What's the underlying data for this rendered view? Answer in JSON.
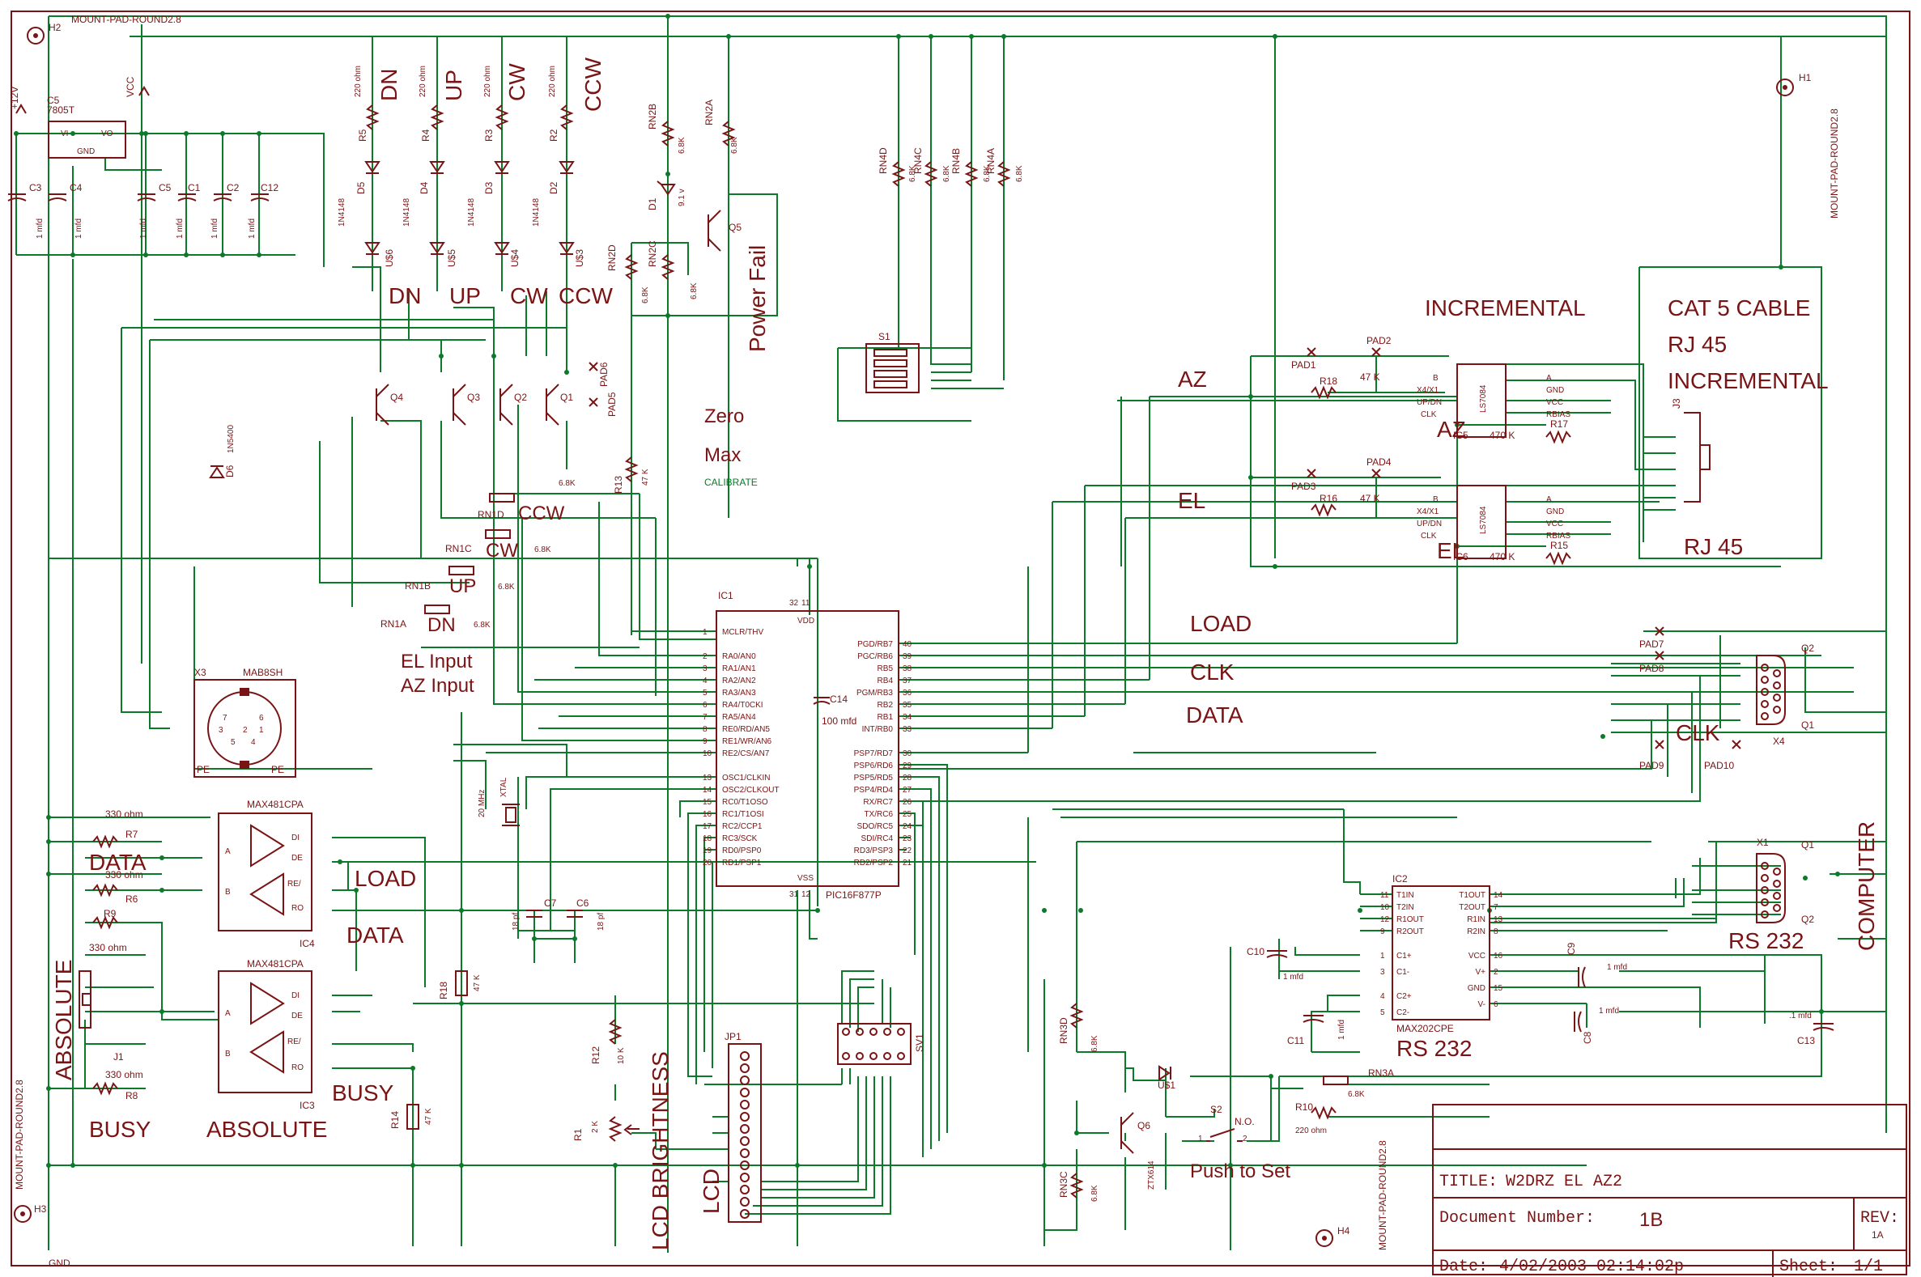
{
  "colors": {
    "wire": "#0b7a2b",
    "part": "#7a1414",
    "label": "#7a1414",
    "frame": "#7a1414",
    "bg": "#ffffff"
  },
  "mount_holes": [
    {
      "ref": "H2",
      "name": "MOUNT-PAD-ROUND2.8"
    },
    {
      "ref": "H1",
      "name": "MOUNT-PAD-ROUND2.8"
    },
    {
      "ref": "H3",
      "name": "MOUNT-PAD-ROUND2.8"
    },
    {
      "ref": "H4",
      "name": "MOUNT-PAD-ROUND2.8"
    }
  ],
  "nets": {
    "plus12": "+12V",
    "vcc": "VCC",
    "gnd": "GND"
  },
  "regulator": {
    "ref": "C5",
    "part": "7805T",
    "pin_vi": "VI",
    "pin_vo": "VO",
    "pin_gnd": "GND"
  },
  "caps_left": [
    {
      "ref": "C3",
      "value": "1 mfd"
    },
    {
      "ref": "C4",
      "value": "1 mfd"
    },
    {
      "ref": "C5",
      "value": "1 mfd"
    },
    {
      "ref": "C1",
      "value": "1 mfd"
    },
    {
      "ref": "C2",
      "value": "1 mfd"
    },
    {
      "ref": "C12",
      "value": "1 mfd"
    }
  ],
  "led_chain": [
    {
      "r": "R5",
      "rv": "220 ohm",
      "d": "D5",
      "dv": "1N4148",
      "led": "U$6",
      "label": "DN"
    },
    {
      "r": "R4",
      "rv": "220 ohm",
      "d": "D4",
      "dv": "1N4148",
      "led": "U$5",
      "label": "UP"
    },
    {
      "r": "R3",
      "rv": "220 ohm",
      "d": "D3",
      "dv": "1N4148",
      "led": "U$4",
      "label": "CW"
    },
    {
      "r": "R2",
      "rv": "220 ohm",
      "d": "D2",
      "dv": "1N4148",
      "led": "U$3",
      "label": "CCW"
    }
  ],
  "led_row_labels": [
    "DN",
    "UP",
    "CW",
    "CCW"
  ],
  "transistors": [
    "Q4",
    "Q3",
    "Q2",
    "Q1"
  ],
  "pad5": "PAD5",
  "pad6": "PAD6",
  "power_fail": {
    "label": "Power Fail",
    "q": "Q5",
    "d": "D1",
    "dv": "9.1 v",
    "rn2b": "RN2B",
    "rn2a": "RN2A",
    "rn2c": "RN2C",
    "rn2d": "RN2D",
    "val": "6.8K"
  },
  "rn4": [
    "RN4D",
    "RN4C",
    "RN4B",
    "RN4A"
  ],
  "rn4_val": "6.8K",
  "s1": "S1",
  "d6": {
    "ref": "D6",
    "value": "1N5400"
  },
  "zero_label": "Zero",
  "max_label": "Max",
  "calibrate_label": "CALIBRATE",
  "r13": {
    "ref": "R13",
    "value": "47 K"
  },
  "rn1": [
    {
      "ref": "RN1D",
      "label": "CCW",
      "value": "6.8K"
    },
    {
      "ref": "RN1C",
      "label": "CW",
      "value": "6.8K"
    },
    {
      "ref": "RN1B",
      "label": "UP",
      "value": "6.8K"
    },
    {
      "ref": "RN1A",
      "label": "DN",
      "value": "6.8K"
    }
  ],
  "x3": {
    "ref": "X3",
    "part": "MAB8SH",
    "pe": "PE"
  },
  "el_input": "EL Input",
  "az_input": "AZ Input",
  "ic1": {
    "ref": "IC1",
    "part": "PIC16F877P",
    "vdd": "VDD",
    "vss": "VSS",
    "c14": "C14",
    "c14v": "100 mfd",
    "left_pins": [
      [
        "1",
        "MCLR/THV"
      ],
      [
        "2",
        "RA0/AN0"
      ],
      [
        "3",
        "RA1/AN1"
      ],
      [
        "4",
        "RA2/AN2"
      ],
      [
        "5",
        "RA3/AN3"
      ],
      [
        "6",
        "RA4/T0CKI"
      ],
      [
        "7",
        "RA5/AN4"
      ],
      [
        "8",
        "RE0/RD/AN5"
      ],
      [
        "9",
        "RE1/WR/AN6"
      ],
      [
        "10",
        "RE2/CS/AN7"
      ],
      [
        "13",
        "OSC1/CLKIN"
      ],
      [
        "14",
        "OSC2/CLKOUT"
      ],
      [
        "15",
        "RC0/T1OSO"
      ],
      [
        "16",
        "RC1/T1OSI"
      ],
      [
        "17",
        "RC2/CCP1"
      ],
      [
        "18",
        "RC3/SCK"
      ],
      [
        "19",
        "RD0/PSP0"
      ],
      [
        "20",
        "RD1/PSP1"
      ]
    ],
    "right_pins": [
      [
        "40",
        "PGD/RB7"
      ],
      [
        "39",
        "PGC/RB6"
      ],
      [
        "38",
        "RB5"
      ],
      [
        "37",
        "RB4"
      ],
      [
        "36",
        "PGM/RB3"
      ],
      [
        "35",
        "RB2"
      ],
      [
        "34",
        "RB1"
      ],
      [
        "33",
        "INT/RB0"
      ],
      [
        "30",
        "PSP7/RD7"
      ],
      [
        "29",
        "PSP6/RD6"
      ],
      [
        "28",
        "PSP5/RD5"
      ],
      [
        "27",
        "PSP4/RD4"
      ],
      [
        "26",
        "RX/RC7"
      ],
      [
        "25",
        "TX/RC6"
      ],
      [
        "24",
        "SDO/RC5"
      ],
      [
        "23",
        "SDI/RC4"
      ],
      [
        "22",
        "RD3/PSP3"
      ],
      [
        "21",
        "RD2/PSP2"
      ]
    ],
    "vdd_pins": [
      "32",
      "11"
    ],
    "vss_pins": [
      "31",
      "12"
    ]
  },
  "xtal": {
    "ref": "XTAL",
    "value": "20 MHz",
    "c7": "C7",
    "c6": "C6",
    "cv": "18 pf"
  },
  "r18": {
    "ref": "R18",
    "value": "47 K"
  },
  "r14": {
    "ref": "R14",
    "value": "47 K"
  },
  "r12": {
    "ref": "R12",
    "value": "10 K"
  },
  "r1": {
    "ref": "R1",
    "value": "2 K"
  },
  "lcd_brightness": "LCD BRIGHTNESS",
  "lcd": {
    "ref": "JP1",
    "label": "LCD"
  },
  "sv1": "SV1",
  "max481": [
    {
      "ref": "IC4",
      "part": "MAX481CPA"
    },
    {
      "ref": "IC3",
      "part": "MAX481CPA"
    }
  ],
  "max481_pins": {
    "a": "A",
    "b": "B",
    "di": "DI",
    "de": "DE",
    "re": "RE/",
    "ro": "RO"
  },
  "left_rs": [
    {
      "ref": "R7",
      "value": "330 ohm"
    },
    {
      "ref": "R6",
      "value": "330 ohm"
    },
    {
      "ref": "R9",
      "value": ""
    },
    {
      "ref": "R8",
      "value": "330 ohm"
    }
  ],
  "left_rs_extra": "330 ohm",
  "j1": "J1",
  "labels_left": {
    "data": "DATA",
    "load": "LOAD",
    "data2": "DATA",
    "busy": "BUSY",
    "busy2": "BUSY",
    "absolute": "ABSOLUTE",
    "absolute2": "ABSOLUTE"
  },
  "incremental": "INCREMENTAL",
  "cat5": [
    "CAT 5 CABLE",
    "RJ 45",
    "INCREMENTAL"
  ],
  "rj45_bottom": "RJ 45",
  "j3": "J3",
  "ls7084": [
    {
      "ref": "IC5",
      "part": "LS7084",
      "label": "AZ",
      "pad1": "PAD1",
      "pad2": "PAD2",
      "r1": "R18",
      "r2": "R17",
      "rv": "470 K",
      "padr": "47 K"
    },
    {
      "ref": "IC6",
      "part": "LS7084",
      "label": "EL",
      "pad1": "PAD3",
      "pad2": "PAD4",
      "r1": "R16",
      "r2": "R15",
      "rv": "470 K",
      "padr": "47 K"
    }
  ],
  "ls_pins": {
    "b": "B",
    "x4": "X4/X1",
    "updn": "UP/DN",
    "clk": "CLK",
    "a": "A",
    "gnd": "GND",
    "vcc": "VCC",
    "rbias": "RBIAS"
  },
  "az_label": "AZ",
  "el_label": "EL",
  "mid_labels": {
    "load": "LOAD",
    "clk": "CLK",
    "data": "DATA"
  },
  "pads_right": [
    "PAD7",
    "PAD8",
    "PAD9",
    "PAD10"
  ],
  "clk_label": "CLK",
  "db9_top": {
    "ref": "X4",
    "q": "Q2",
    "q1": "Q1"
  },
  "db9_bottom": {
    "ref": "X1",
    "q": "Q1",
    "q2": "Q2"
  },
  "computer": "COMPUTER",
  "rs232_right": "RS 232",
  "ic2": {
    "ref": "IC2",
    "part": "MAX202CPE",
    "lp": [
      [
        "11",
        "T1IN"
      ],
      [
        "10",
        "T2IN"
      ],
      [
        "12",
        "R1OUT"
      ],
      [
        "9",
        "R2OUT"
      ],
      [
        "1",
        "C1+"
      ],
      [
        "3",
        "C1-"
      ],
      [
        "4",
        "C2+"
      ],
      [
        "5",
        "C2-"
      ]
    ],
    "rp": [
      [
        "14",
        "T1OUT"
      ],
      [
        "7",
        "T2OUT"
      ],
      [
        "13",
        "R1IN"
      ],
      [
        "8",
        "R2IN"
      ],
      [
        "16",
        "VCC"
      ],
      [
        "2",
        "V+"
      ],
      [
        "15",
        "GND"
      ],
      [
        "6",
        "V-"
      ]
    ]
  },
  "rs232_ic": "RS 232",
  "ic2_caps": [
    {
      "ref": "C10",
      "value": "1 mfd"
    },
    {
      "ref": "C11",
      "value": "1 mfd"
    },
    {
      "ref": "C9",
      "value": "1 mfd"
    },
    {
      "ref": "C8",
      "value": "1 mfd"
    },
    {
      "ref": "C13",
      "value": ".1 mfd"
    }
  ],
  "set_circuit": {
    "rn3d": "RN3D",
    "rn3c": "RN3C",
    "rn3a": "RN3A",
    "val": "6.8K",
    "q6": "Q6",
    "q6part": "ZTX614",
    "led": "U$1",
    "s2": "S2",
    "no": "N.O.",
    "r10": "R10",
    "r10v": "220 ohm",
    "label": "Push to Set"
  },
  "title_block": {
    "title_key": "TITLE:",
    "title": "W2DRZ EL AZ2",
    "docnum_key": "Document Number:",
    "docnum": "1B",
    "rev_key": "REV:",
    "rev": "1A",
    "date_key": "Date:",
    "date": "4/02/2003 02:14:02p",
    "sheet_key": "Sheet:",
    "sheet": "1/1"
  }
}
